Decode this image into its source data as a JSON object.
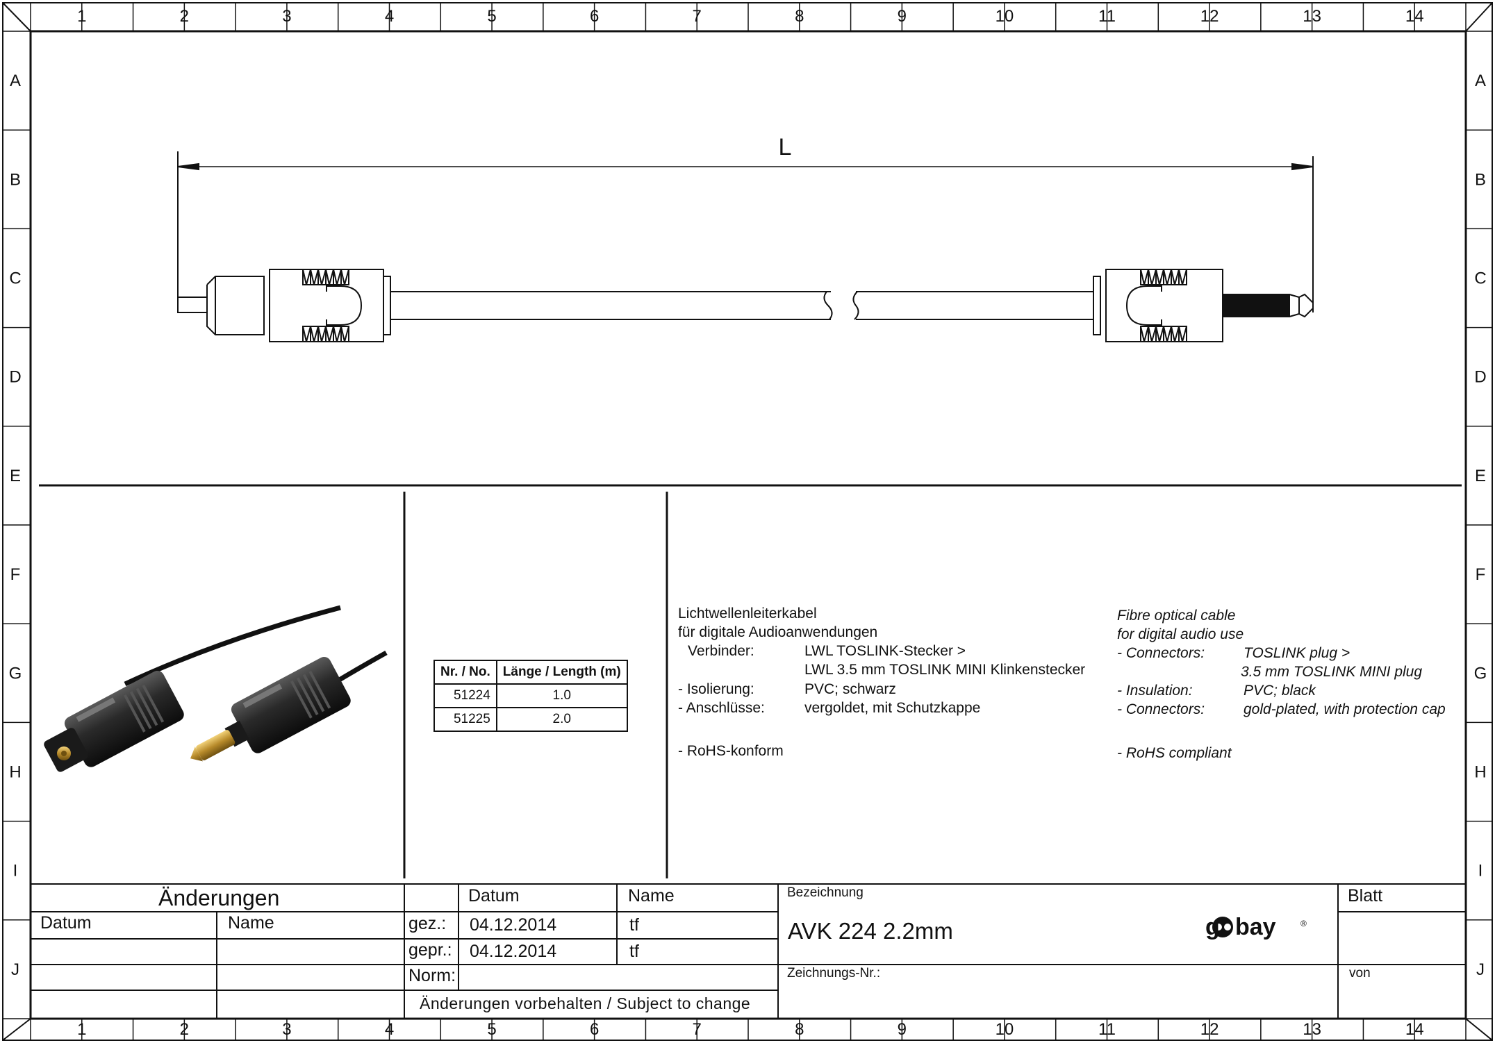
{
  "frame": {
    "columns": [
      "1",
      "2",
      "3",
      "4",
      "5",
      "6",
      "7",
      "8",
      "9",
      "10",
      "11",
      "12",
      "13",
      "14"
    ],
    "rows": [
      "A",
      "B",
      "C",
      "D",
      "E",
      "F",
      "G",
      "H",
      "I",
      "J"
    ]
  },
  "drawing": {
    "dimension_label": "L"
  },
  "table": {
    "headers": [
      "Nr. / No.",
      "Länge / Length (m)"
    ],
    "rows": [
      [
        "51224",
        "1.0"
      ],
      [
        "51225",
        "2.0"
      ]
    ]
  },
  "spec_de": {
    "line1": "Lichtwellenleiterkabel",
    "line2": "für digitale Audioanwendungen",
    "connectors_label": "Verbinder:",
    "connectors_value_1": "LWL TOSLINK-Stecker >",
    "connectors_value_2": "LWL 3.5 mm TOSLINK MINI Klinkenstecker",
    "insulation_label": "- Isolierung:",
    "insulation_value": "PVC; schwarz",
    "contacts_label": "- Anschlüsse:",
    "contacts_value": "vergoldet, mit Schutzkappe",
    "rohs": "- RoHS-konform"
  },
  "spec_en": {
    "line1": "Fibre optical cable",
    "line2": "for digital audio use",
    "connectors_label": "- Connectors:",
    "connectors_value_1": "TOSLINK plug >",
    "connectors_value_2": "3.5 mm TOSLINK MINI plug",
    "insulation_label": "- Insulation:",
    "insulation_value": "PVC; black",
    "contacts_label": "- Connectors:",
    "contacts_value": "gold-plated, with protection cap",
    "rohs": "- RoHS compliant"
  },
  "title_block": {
    "changes_title": "Änderungen",
    "changes_date": "Datum",
    "changes_name": "Name",
    "datum_header": "Datum",
    "name_header": "Name",
    "gez_label": "gez.:",
    "gez_date": "04.12.2014",
    "gez_name": "tf",
    "gepr_label": "gepr.:",
    "gepr_date": "04.12.2014",
    "gepr_name": "tf",
    "norm_label": "Norm:",
    "subject_to_change": "Änderungen vorbehalten / Subject to change",
    "bezeichnung_label": "Bezeichnung",
    "designation": "AVK 224 2.2mm",
    "zeichnungs_label": "Zeichnungs-Nr.:",
    "blatt_label": "Blatt",
    "von_label": "von",
    "logo_text": "goobay",
    "logo_registered": "®"
  }
}
